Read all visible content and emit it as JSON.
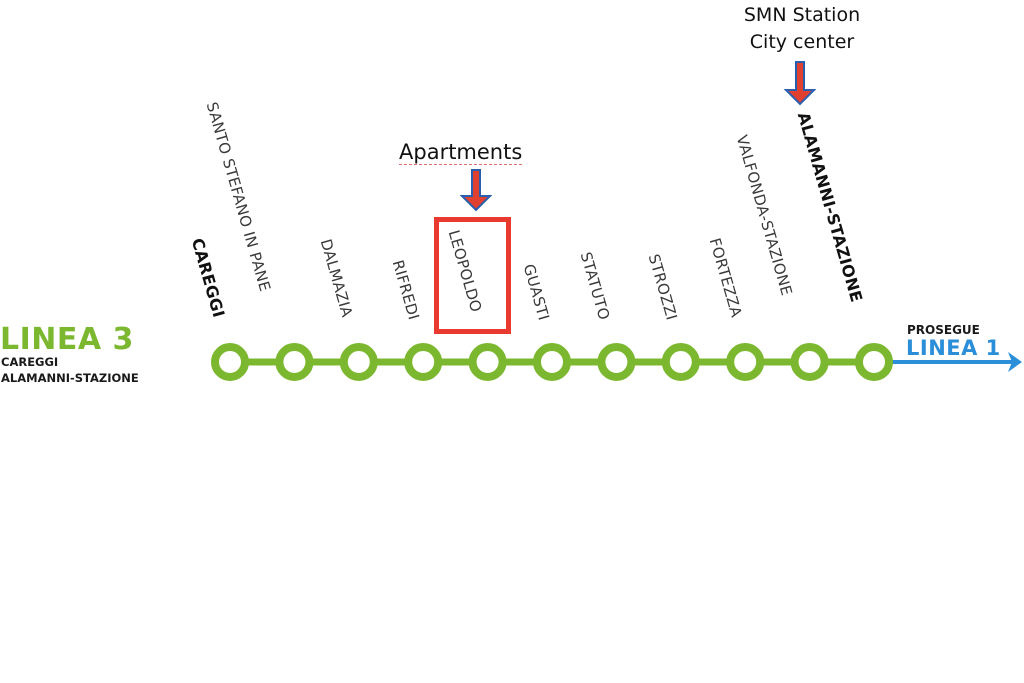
{
  "line": {
    "title": "LINEA 3",
    "terminus_a": "CAREGGI",
    "terminus_b": "ALAMANNI-STAZIONE",
    "color": "#7cb82f"
  },
  "continuation": {
    "text": "PROSEGUE",
    "line": "LINEA 1",
    "color": "#2a8ed8"
  },
  "stops": [
    {
      "name": "CAREGGI",
      "bold": true
    },
    {
      "name": "SANTO STEFANO IN PANE",
      "bold": false
    },
    {
      "name": "DALMAZIA",
      "bold": false
    },
    {
      "name": "RIFREDI",
      "bold": false
    },
    {
      "name": "LEOPOLDO",
      "bold": false
    },
    {
      "name": "GUASTI",
      "bold": false
    },
    {
      "name": "STATUTO",
      "bold": false
    },
    {
      "name": "STROZZI",
      "bold": false
    },
    {
      "name": "FORTEZZA",
      "bold": false
    },
    {
      "name": "VALFONDA-STAZIONE",
      "bold": false
    },
    {
      "name": "ALAMANNI-STAZIONE",
      "bold": true
    }
  ],
  "annotations": {
    "apartments": "Apartments",
    "smn_line1": "SMN Station",
    "smn_line2": "City center",
    "highlight_color": "#e83a2f",
    "arrow_color": "#e0402f",
    "arrow_outline": "#2a5fb0"
  }
}
